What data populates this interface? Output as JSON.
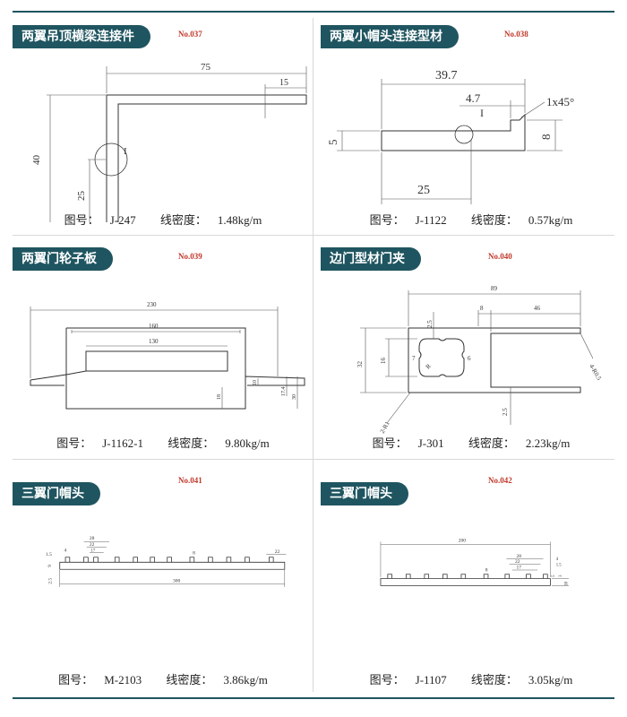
{
  "panels": [
    {
      "title": "两翼吊顶横梁连接件",
      "no": "No.037",
      "fig_label": "图号：",
      "fig_no": "J-247",
      "density_label": "线密度：",
      "density": "1.48kg/m",
      "dims": {
        "a": "75",
        "b": "15",
        "c": "40",
        "d": "25",
        "detail": "I"
      }
    },
    {
      "title": "两翼小帽头连接型材",
      "no": "No.038",
      "fig_label": "图号：",
      "fig_no": "J-1122",
      "density_label": "线密度：",
      "density": "0.57kg/m",
      "dims": {
        "a": "39.7",
        "b": "4.7",
        "c": "1x45°",
        "d": "5",
        "e": "8",
        "f": "25",
        "detail": "I"
      }
    },
    {
      "title": "两翼门轮子板",
      "no": "No.039",
      "fig_label": "图号：",
      "fig_no": "J-1162-1",
      "density_label": "线密度：",
      "density": "9.80kg/m",
      "dims": {
        "a": "230",
        "b": "160",
        "c": "130",
        "d": "18",
        "e": "10",
        "f": "17.4",
        "g": "30"
      }
    },
    {
      "title": "边门型材门夹",
      "no": "No.040",
      "fig_label": "图号：",
      "fig_no": "J-301",
      "density_label": "线密度：",
      "density": "2.23kg/m",
      "dims": {
        "a": "89",
        "b": "8",
        "c": "46",
        "d": "4-R0.5",
        "e": "2.5",
        "f": "32",
        "g": "16",
        "h": "7",
        "i": "6",
        "j": "R",
        "k": "2.5",
        "l": "2-R1"
      }
    },
    {
      "title": "三翼门帽头",
      "no": "No.041",
      "fig_label": "图号：",
      "fig_no": "M-2103",
      "density_label": "线密度：",
      "density": "3.86kg/m",
      "dims": {
        "a": "28",
        "b": "22",
        "c": "17",
        "d": "1.5",
        "e": "4",
        "f": "9",
        "g": "8",
        "h": "22",
        "i": "2.5",
        "j": "300"
      }
    },
    {
      "title": "三翼门帽头",
      "no": "No.042",
      "fig_label": "图号：",
      "fig_no": "J-1107",
      "density_label": "线密度：",
      "density": "3.05kg/m",
      "dims": {
        "a": "200",
        "b": "28",
        "c": "22",
        "d": "17",
        "e": "8",
        "f": "4",
        "g": "1.5",
        "h": "5",
        "i": "3",
        "j": "10"
      }
    }
  ]
}
